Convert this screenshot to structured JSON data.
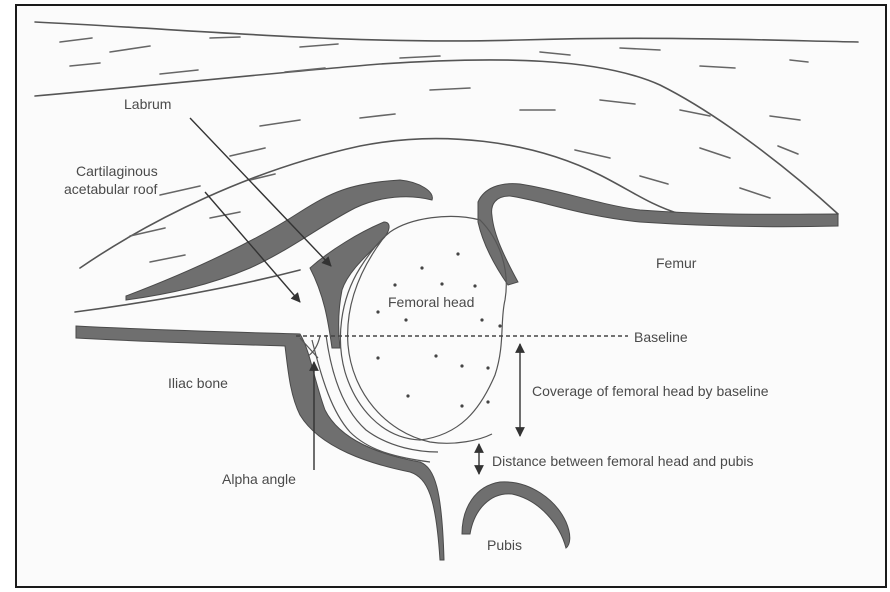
{
  "labels": {
    "labrum": "Labrum",
    "roof_line1": "Cartilaginous",
    "roof_line2": "acetabular roof",
    "femur": "Femur",
    "femoral_head": "Femoral head",
    "baseline": "Baseline",
    "iliac_bone": "Iliac bone",
    "coverage": "Coverage of femoral head by baseline",
    "alpha_angle": "Alpha angle",
    "distance": "Distance between femoral head and pubis",
    "pubis": "Pubis"
  },
  "colors": {
    "bone_fill": "#6f6f6f",
    "line": "#555555",
    "text": "#4a4a4a",
    "background": "#fbfbfb"
  }
}
